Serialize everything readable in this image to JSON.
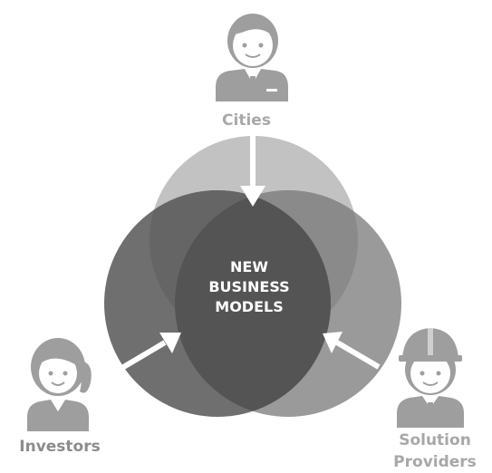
{
  "center": {
    "line1": "NEW",
    "line2": "BUSINESS",
    "line3": "MODELS"
  },
  "actors": {
    "cities": {
      "label": "Cities",
      "icon": "businessman-icon"
    },
    "investors": {
      "label": "Investors",
      "icon": "businesswoman-icon"
    },
    "solution_providers": {
      "label_line1": "Solution",
      "label_line2": "Providers",
      "icon": "hardhat-worker-icon"
    }
  },
  "colors": {
    "top_circle": "#c2c2c2",
    "left_circle": "#6f6f6f",
    "right_circle": "#9a9a9a",
    "center_overlap": "#545454",
    "icon_fill": "#9e9e9e",
    "arrow": "#ffffff"
  }
}
